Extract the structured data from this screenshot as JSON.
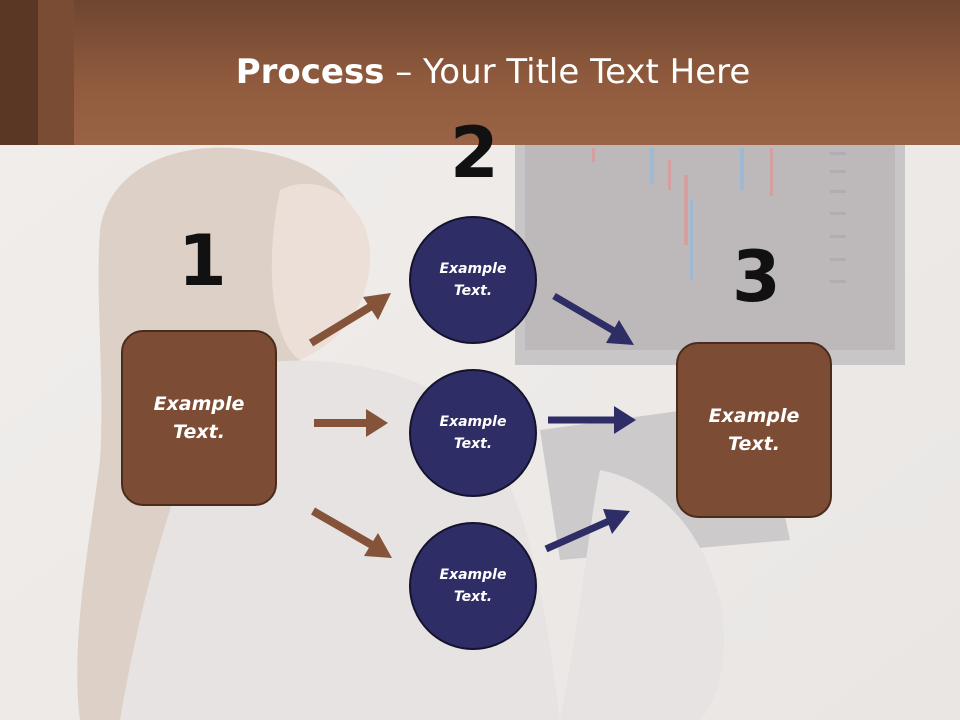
{
  "slide": {
    "title_bold": "Process",
    "title_rest": " – Your Title Text Here"
  },
  "steps": {
    "one": "1",
    "two": "2",
    "three": "3"
  },
  "left_box": {
    "text": "Example\nText."
  },
  "right_box": {
    "text": "Example\nText."
  },
  "circles": [
    {
      "text": "Example\nText."
    },
    {
      "text": "Example\nText."
    },
    {
      "text": "Example\nText."
    }
  ],
  "colors": {
    "brown": "#7c4c34",
    "navy": "#2f2d66",
    "arrow_brown": "#84533a",
    "arrow_navy": "#2f2d66"
  }
}
